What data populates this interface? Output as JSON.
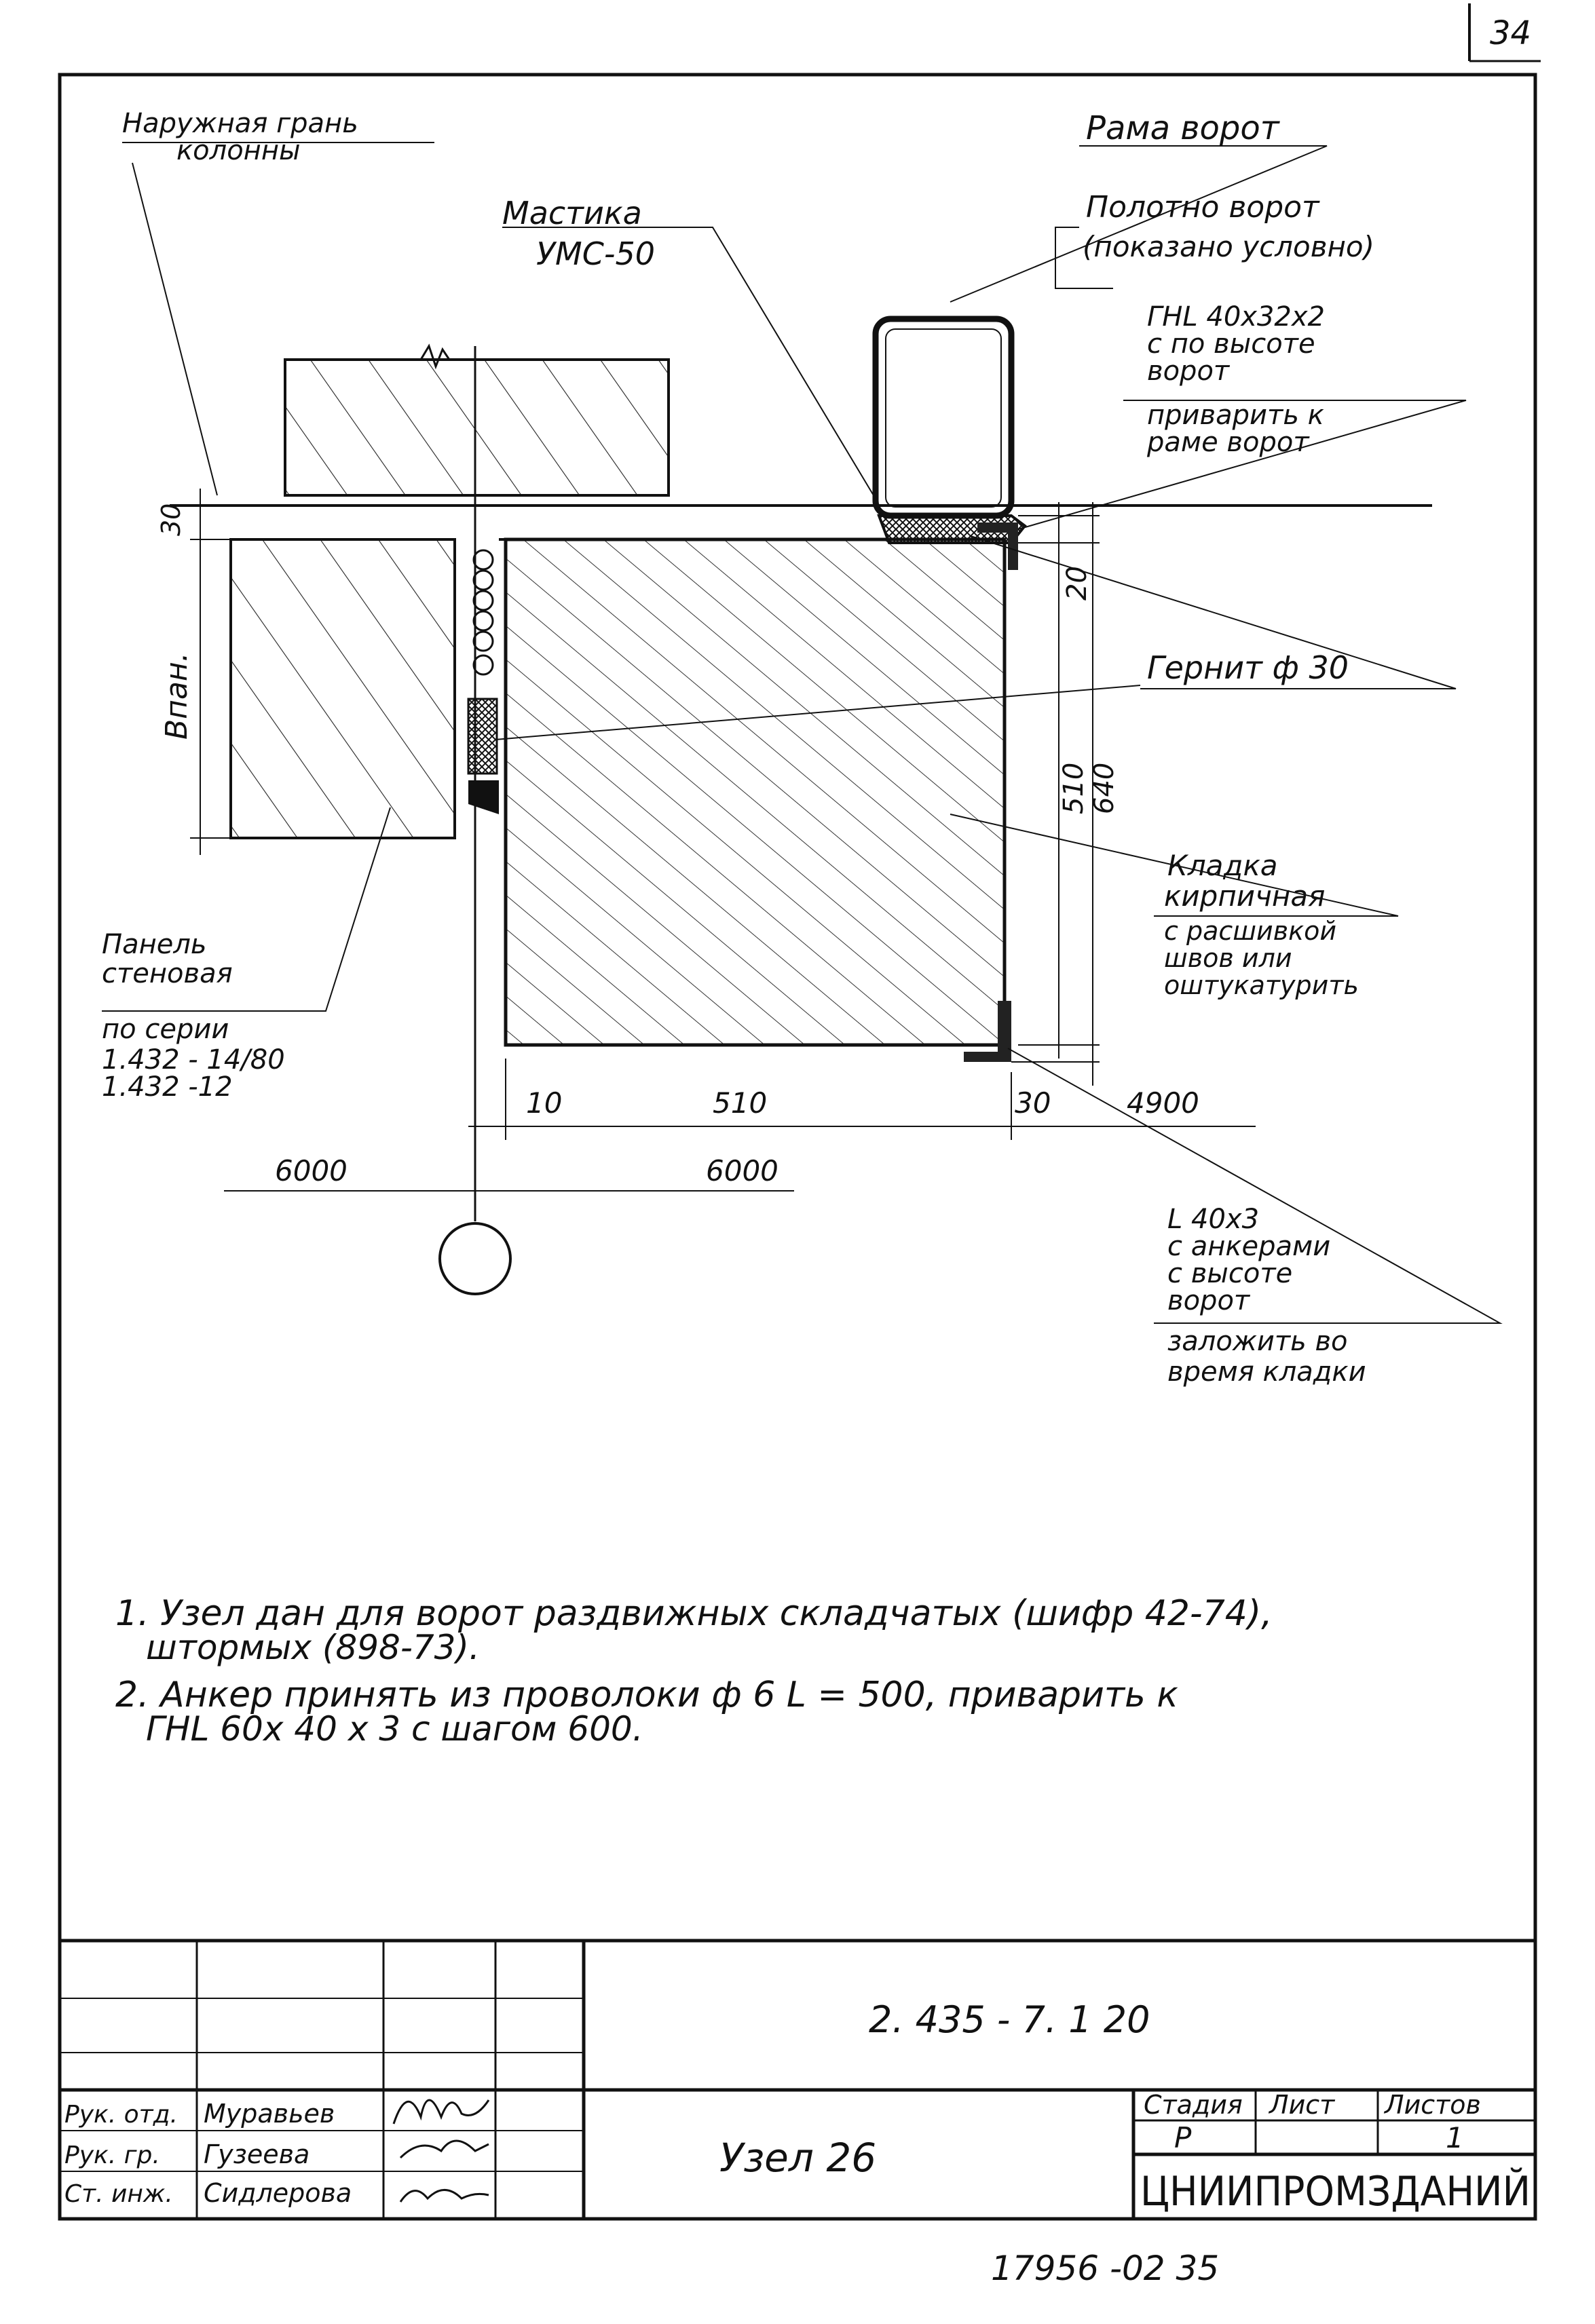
{
  "page_number": "34",
  "labels": {
    "column_face": [
      "Наружная грань",
      "колонны"
    ],
    "mastic": [
      "Мастика",
      "УМС-50"
    ],
    "gate_frame": "Рама ворот",
    "gate_leaf": [
      "Полотно ворот",
      "(показано условно)"
    ],
    "pipe_profile": [
      "ГНL 40х32х2",
      "с по высоте",
      "ворот",
      "приварить к",
      "раме ворот"
    ],
    "gernit": "Гернит ф 30",
    "panel": [
      "Панель",
      "стеновая",
      "по серии",
      "1.432 - 14/80",
      "1.432 -12"
    ],
    "masonry": [
      "Кладка",
      "кирпичная",
      "с расшивкой",
      "швов или",
      "оштукатурить"
    ],
    "angle": [
      "L 40х3",
      "с анкерами",
      "с высоте",
      "ворот",
      "заложить во",
      "время кладки"
    ]
  },
  "dimensions": {
    "panel_width": "Впан.",
    "top_gap": "30",
    "right_20": "20",
    "right_510": "510",
    "right_640": "640",
    "bottom_10": "10",
    "bottom_510": "510",
    "bottom_30": "30",
    "bottom_4900": "4900",
    "axis_left": "6000",
    "axis_right": "6000"
  },
  "notes": [
    "1. Узел дан для ворот раздвижных складчатых (шифр 42-74),",
    "штормых (898-73).",
    "2. Анкер принять из проволоки ф 6 L = 500, приварить к",
    "ГНL 60х 40 х 3 с шагом 600."
  ],
  "title_block": {
    "doc_code": "2. 435 - 7. 1  20",
    "drawing_title": "Узел  26",
    "roles": [
      "Рук. отд.",
      "Рук. гр.",
      "Ст. инж."
    ],
    "names": [
      "Муравьев",
      "Гузеева",
      "Сидлерова"
    ],
    "stage_header": "Стадия",
    "sheet_header": "Лист",
    "sheets_header": "Листов",
    "stage_value": "Р",
    "sheet_value": "",
    "sheets_value": "1",
    "organization": "ЦНИИПРОМЗДАНИЙ"
  },
  "footer_number": "17956 -02    35"
}
